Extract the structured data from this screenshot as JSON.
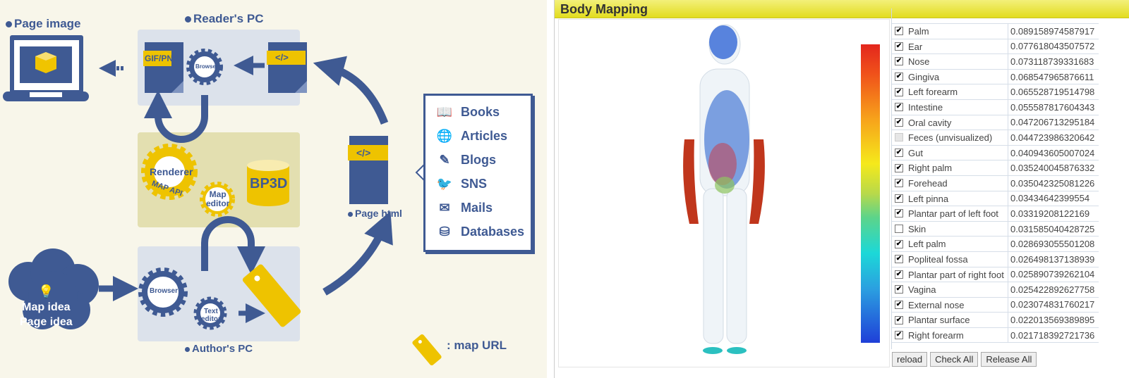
{
  "diagram": {
    "page_image": "Page image",
    "readers_pc": "Reader's PC",
    "gif_png": "GIF/PNG",
    "browser": "Browser",
    "code_tag": "</>",
    "renderer": "Renderer",
    "map_api": "MAP API",
    "map_editor_1": "Map",
    "map_editor_2": "editor",
    "bp3d": "BP3D",
    "page_html": "Page html",
    "idea_1": "Map idea",
    "idea_2": "Page idea",
    "authors_pc": "Author's PC",
    "text_editor_1": "Text",
    "text_editor_2": "editor",
    "legend": ": map URL",
    "sources": [
      {
        "icon": "book-icon",
        "glyph": "📖",
        "label": "Books"
      },
      {
        "icon": "globe-icon",
        "glyph": "🌐",
        "label": "Articles"
      },
      {
        "icon": "pencil-icon",
        "glyph": "✎",
        "label": "Blogs"
      },
      {
        "icon": "bird-icon",
        "glyph": "🐦",
        "label": "SNS"
      },
      {
        "icon": "mail-icon",
        "glyph": "✉",
        "label": "Mails"
      },
      {
        "icon": "database-icon",
        "glyph": "⛁",
        "label": "Databases"
      }
    ],
    "colors": {
      "blue": "#3f5a93",
      "yellow": "#eec300",
      "bg": "#f8f6ea"
    }
  },
  "app": {
    "title": "Body Mapping",
    "rows": [
      {
        "checked": true,
        "name": "Palm",
        "value": "0.089158974587917"
      },
      {
        "checked": true,
        "name": "Ear",
        "value": "0.077618043507572"
      },
      {
        "checked": true,
        "name": "Nose",
        "value": "0.073118739331683"
      },
      {
        "checked": true,
        "name": "Gingiva",
        "value": "0.068547965876611"
      },
      {
        "checked": true,
        "name": "Left forearm",
        "value": "0.065528719514798"
      },
      {
        "checked": true,
        "name": "Intestine",
        "value": "0.055587817604343"
      },
      {
        "checked": true,
        "name": "Oral cavity",
        "value": "0.047206713295184"
      },
      {
        "checked": false,
        "disabled": true,
        "name": "Feces (unvisualized)",
        "value": "0.044723986320642"
      },
      {
        "checked": true,
        "name": "Gut",
        "value": "0.040943605007024"
      },
      {
        "checked": true,
        "name": "Right palm",
        "value": "0.035240045876332"
      },
      {
        "checked": true,
        "name": "Forehead",
        "value": "0.035042325081226"
      },
      {
        "checked": true,
        "name": "Left pinna",
        "value": "0.03434642399554"
      },
      {
        "checked": true,
        "name": "Plantar part of left foot",
        "value": "0.03319208122169"
      },
      {
        "checked": false,
        "name": "Skin",
        "value": "0.031585040428725"
      },
      {
        "checked": true,
        "name": "Left palm",
        "value": "0.028693055501208"
      },
      {
        "checked": true,
        "name": "Popliteal fossa",
        "value": "0.026498137138939"
      },
      {
        "checked": true,
        "name": "Plantar part of right foot",
        "value": "0.025890739262104"
      },
      {
        "checked": true,
        "name": "Vagina",
        "value": "0.025422892627758"
      },
      {
        "checked": true,
        "name": "External nose",
        "value": "0.023074831760217"
      },
      {
        "checked": true,
        "name": "Plantar surface",
        "value": "0.022013569389895"
      },
      {
        "checked": true,
        "name": "Right forearm",
        "value": "0.021718392721736"
      }
    ],
    "buttons": {
      "reload": "reload",
      "check_all": "Check All",
      "release_all": "Release All"
    }
  }
}
